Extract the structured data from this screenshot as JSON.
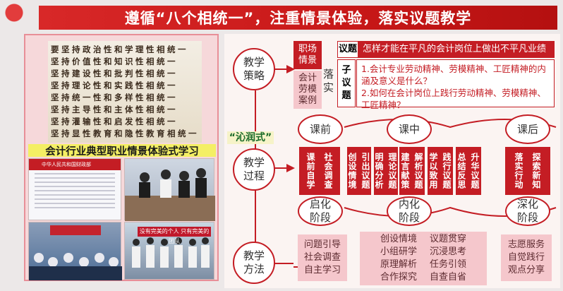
{
  "banner": {
    "title": "遵循“八个相统一”，注重情景体验，落实议题教学"
  },
  "slogans": [
    "要坚持政治性和学理性相统一",
    "坚持价值性和知识性相统一",
    "坚持建设性和批判性相统一",
    "坚持理论性和实践性相统一",
    "坚持统一性和多样性相统一",
    "坚持主导性和主体性相统一",
    "坚持灌输性和启发性相统一",
    "坚持显性教育和隐性教育相统一"
  ],
  "tagline": "会计行业典型职业情景体验式学习",
  "photos": {
    "doc_header": "中华人民共和国财政部",
    "banner_text": "没有完美的个人 只有完美的团队"
  },
  "strategy": {
    "label": "教学策略",
    "scene_top": "职场情景",
    "scene_bottom": "会计劳模案例",
    "implement": "落实",
    "topic_label": "议题",
    "topic_text": "怎样才能在平凡的会计岗位上做出不平凡业绩",
    "sub_label": "子议题",
    "sub_text_1": "1.会计专业劳动精神、劳模精神、工匠精神的内涵及意义是什么？",
    "sub_text_2": "2.如何在会计岗位上践行劳动精神、劳模精神、工匠精神？"
  },
  "process": {
    "label": "教学过程",
    "style_tag": "“沁润式”",
    "phases": [
      "课前",
      "课中",
      "课后"
    ],
    "steps": [
      "课前自学",
      "社会调查",
      "创设情境",
      "引出议题",
      "明确分析",
      "理论议题",
      "建言献策",
      "解析议题",
      "学以致用",
      "践行议题",
      "总结反思",
      "升华议题",
      "落实行动",
      "探索新知"
    ],
    "stages": [
      "启化阶段",
      "内化阶段",
      "深化阶段"
    ]
  },
  "methods": {
    "label": "教学方法",
    "left": [
      "问题引导",
      "社会调查",
      "自主学习"
    ],
    "mid_left": [
      "创设情境",
      "小组研学",
      "原理解析",
      "合作探究"
    ],
    "mid_right": [
      "议题贯穿",
      "沉浸思考",
      "任务引领",
      "自查自省"
    ],
    "right": [
      "志愿服务",
      "自觉践行",
      "观点分享"
    ]
  },
  "colors": {
    "accent": "#c41d24",
    "pink": "#f5c7cc",
    "yellow": "#f4ef64"
  }
}
